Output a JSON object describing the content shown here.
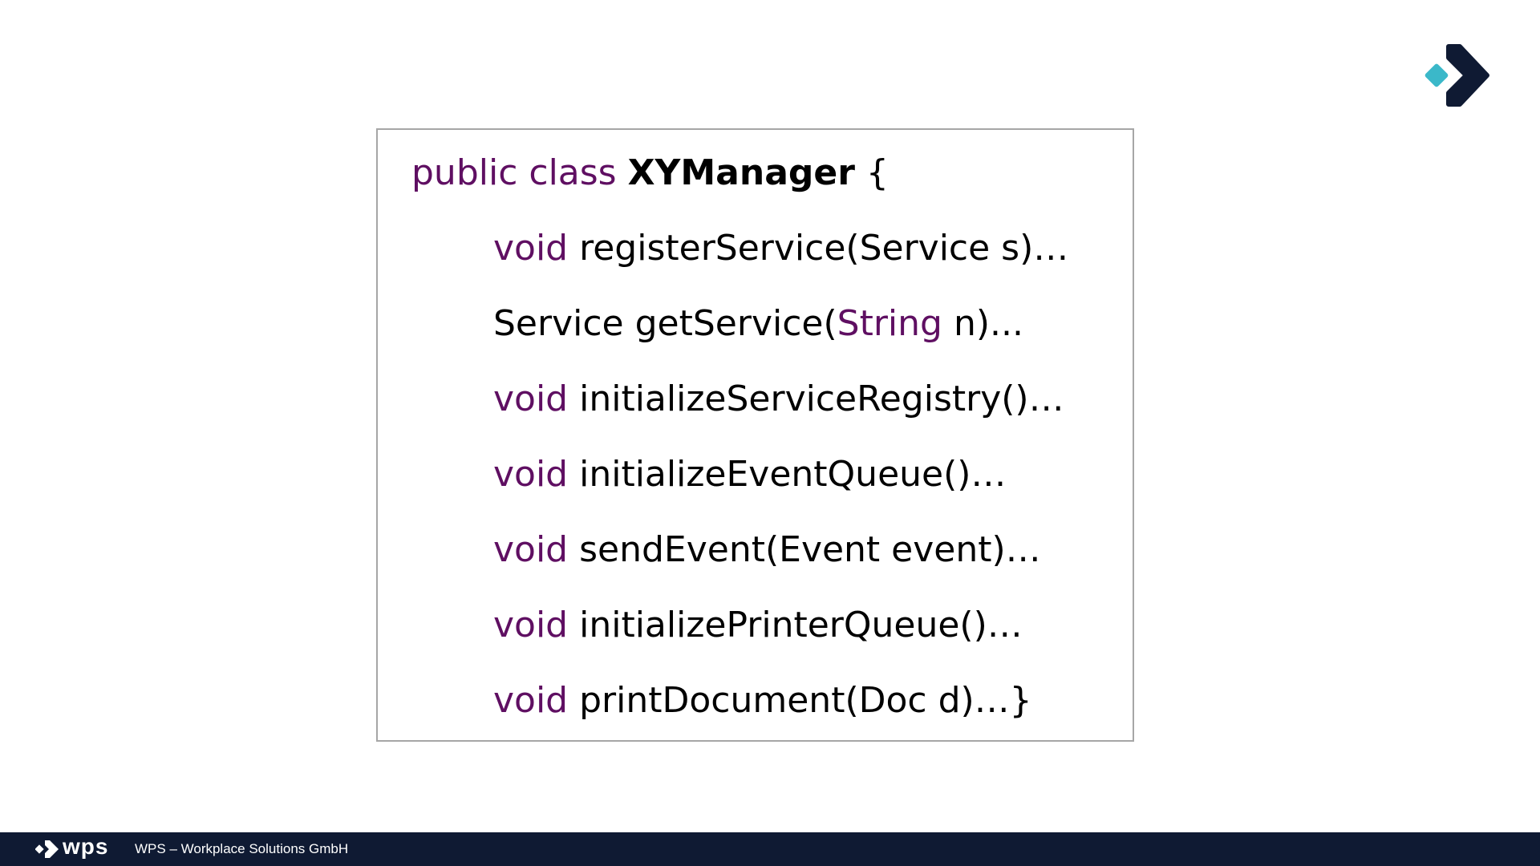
{
  "colors": {
    "keyword": "#5f0f62",
    "text": "#000000",
    "footer_bg": "#0f1a33",
    "logo_teal": "#3bb8c9",
    "logo_navy": "#0f1a33",
    "box_border": "#a6a6a6"
  },
  "icons": {
    "corner": "wps-chevron-logo-icon",
    "footer": "wps-logo-icon"
  },
  "code": {
    "line0": {
      "kw": "public class",
      "name": "XYManager",
      "rest": " {"
    },
    "line1": {
      "kw": "void",
      "rest": " registerService(Service s)…"
    },
    "line2": {
      "pre": "Service getService(",
      "kw": "String",
      "rest": " n)..."
    },
    "line3": {
      "kw": "void",
      "rest": " initializeServiceRegistry()…"
    },
    "line4": {
      "kw": "void",
      "rest": " initializeEventQueue()…"
    },
    "line5": {
      "kw": "void",
      "rest": " sendEvent(Event event)…"
    },
    "line6": {
      "kw": "void",
      "rest": " initializePrinterQueue()…"
    },
    "line7": {
      "kw": "void",
      "rest": " printDocument(Doc d)…}"
    }
  },
  "footer": {
    "brand": "wps",
    "company": "WPS – Workplace Solutions GmbH"
  }
}
